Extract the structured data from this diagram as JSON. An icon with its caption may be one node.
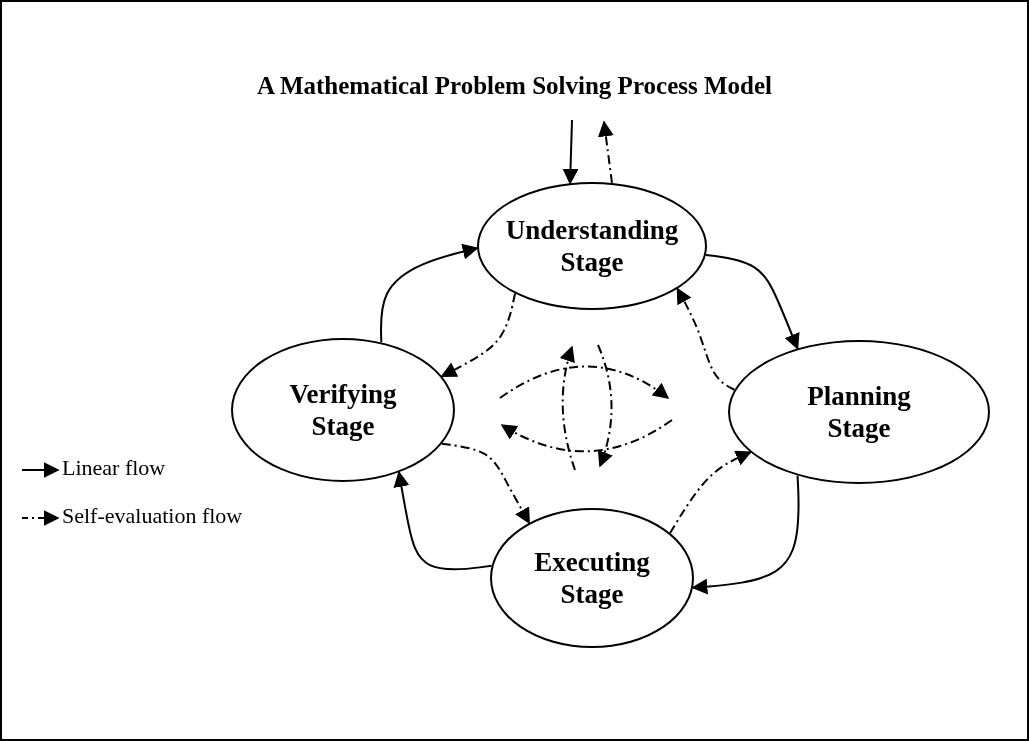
{
  "diagram": {
    "title": "A Mathematical Problem Solving Process Model",
    "nodes": [
      {
        "text": [
          "Understanding Stage"
        ]
      },
      {
        "text": [
          "Planning Stage"
        ]
      },
      {
        "text": [
          "Executing Stage"
        ]
      },
      {
        "text": [
          "Verifying Stage"
        ]
      }
    ],
    "edges": [
      {
        "from": null,
        "to": 0,
        "arrow": "to"
      },
      {
        "from": 0,
        "to": null,
        "arrow": "to",
        "style": "dashed"
      },
      {
        "from": 0,
        "to": 1,
        "arrow": "to"
      },
      {
        "from": 1,
        "to": 0,
        "arrow": "to",
        "style": "dashed"
      },
      {
        "from": 1,
        "to": 2,
        "arrow": "to"
      },
      {
        "from": 2,
        "to": 1,
        "arrow": "to",
        "style": "dashed"
      },
      {
        "from": 2,
        "to": 3,
        "arrow": "to"
      },
      {
        "from": 3,
        "to": 2,
        "arrow": "to",
        "style": "dashed"
      },
      {
        "from": 3,
        "to": 0,
        "arrow": "to"
      },
      {
        "from": 0,
        "to": 3,
        "arrow": "to",
        "style": "dashed"
      }
    ],
    "legend": [
      {
        "text": "Linear flow"
      },
      {
        "text": "Self-evaluation flow"
      }
    ]
  }
}
